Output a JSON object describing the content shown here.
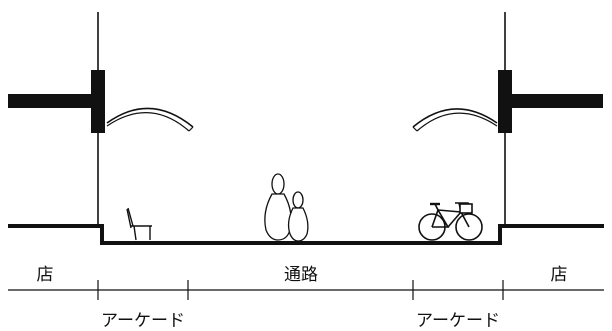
{
  "labels": {
    "shop_left": "店",
    "passage": "通路",
    "shop_right": "店",
    "arcade_left": "アーケード",
    "arcade_right": "アーケード"
  },
  "colors": {
    "line": "#111111",
    "background": "#ffffff"
  },
  "icons": {
    "bench": "bench-icon",
    "people": "people-silhouette-icon",
    "bicycle": "bicycle-icon"
  }
}
